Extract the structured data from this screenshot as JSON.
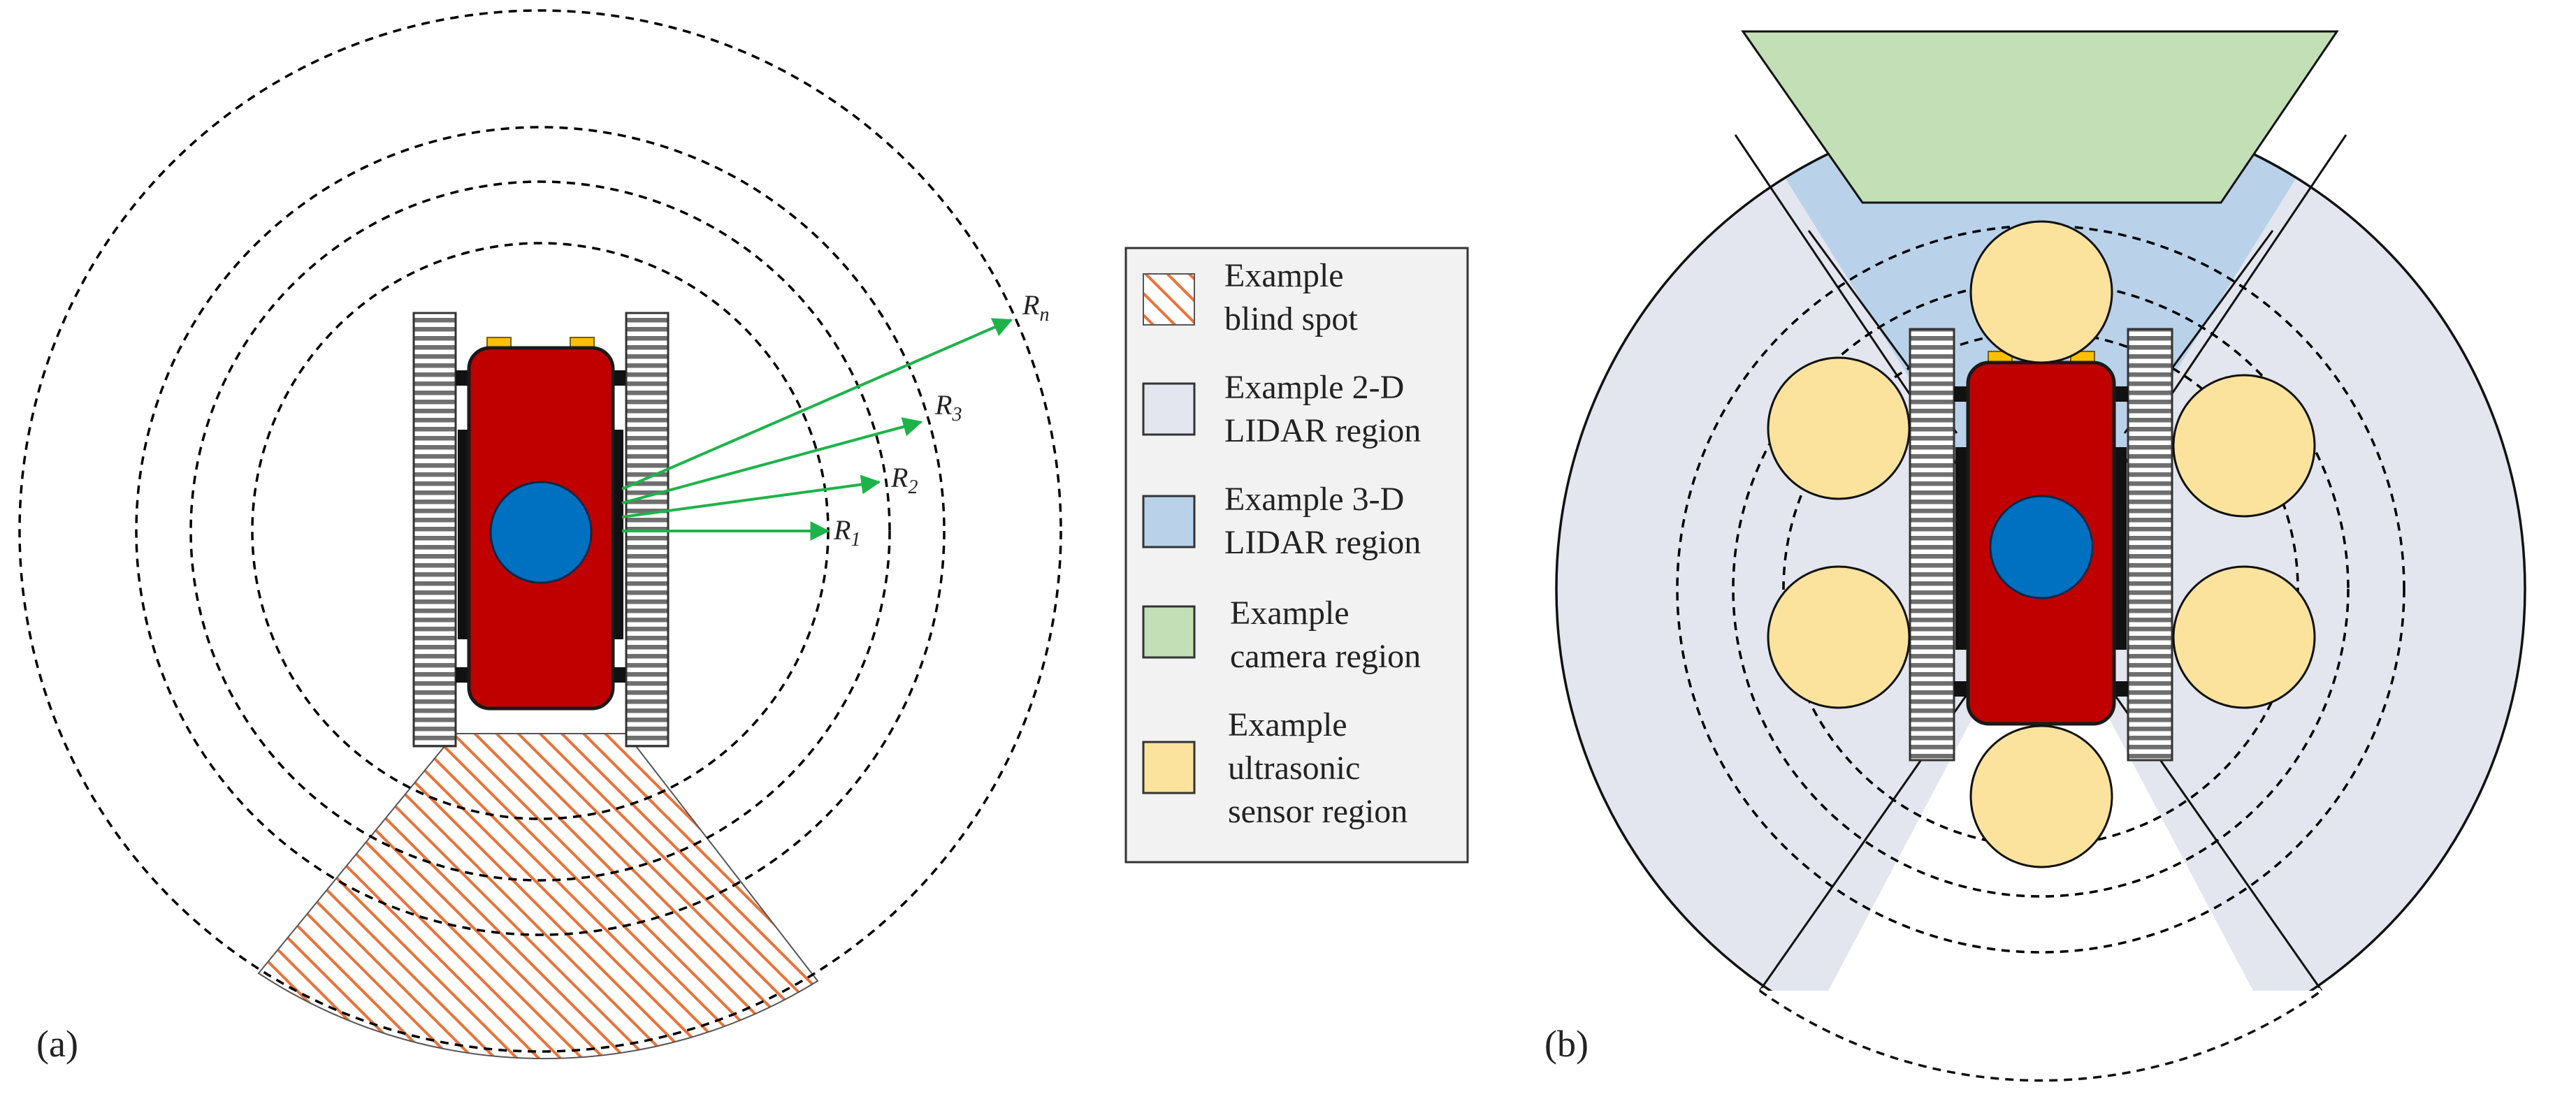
{
  "panels": {
    "a": {
      "label": "(a)"
    },
    "b": {
      "label": "(b)"
    }
  },
  "range_labels": [
    {
      "main": "R",
      "sub": "1"
    },
    {
      "main": "R",
      "sub": "2"
    },
    {
      "main": "R",
      "sub": "3"
    },
    {
      "main": "R",
      "sub": "n"
    }
  ],
  "legend": {
    "items": [
      {
        "swatch": "hatch-orange",
        "lines": [
          "Example",
          "blind spot"
        ]
      },
      {
        "swatch": "#e3e6ee",
        "lines": [
          "Example 2-D",
          "LIDAR region"
        ]
      },
      {
        "swatch": "#b9d2ea",
        "lines": [
          "Example 3-D",
          "LIDAR region"
        ]
      },
      {
        "swatch": "#c2dfb6",
        "lines": [
          "Example",
          "camera region"
        ]
      },
      {
        "swatch": "#fbe39d",
        "lines": [
          "Example",
          "ultrasonic",
          "sensor region"
        ]
      }
    ]
  },
  "colors": {
    "robot_body": "#c00000",
    "robot_dome": "#0070c0",
    "arrows": "#1db34a",
    "blind_spot": "#e8733a",
    "lidar_2d": "#e3e6ee",
    "lidar_3d": "#b9d2ea",
    "camera": "#c2dfb6",
    "ultrasonic": "#fbe39d",
    "tread": "#7f7f7f"
  }
}
